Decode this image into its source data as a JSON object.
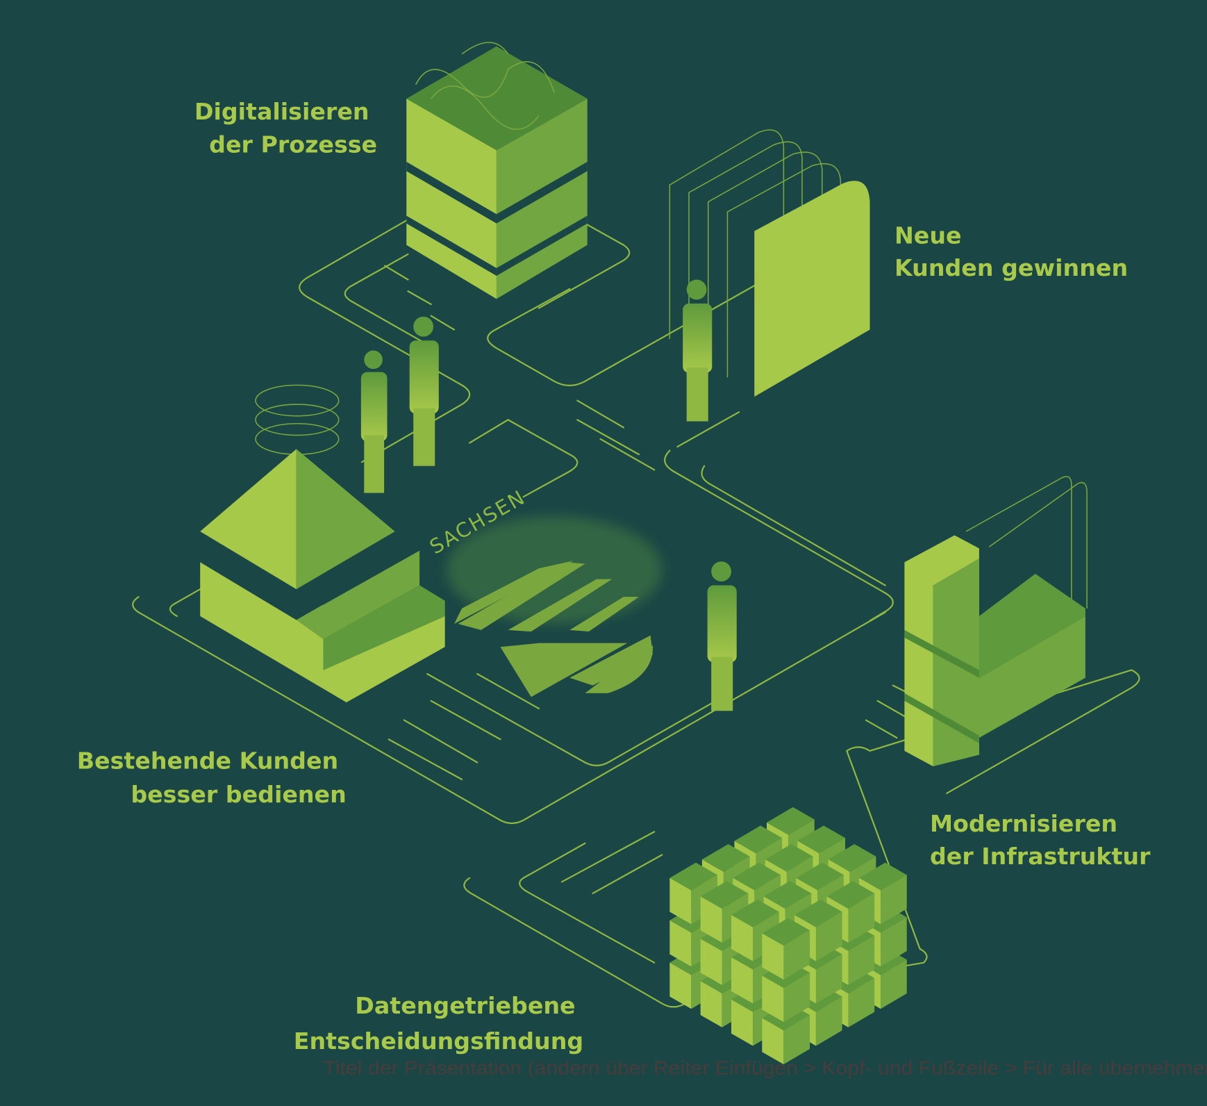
{
  "labels": {
    "digitalize": [
      "Digitalisieren",
      "der Prozesse"
    ],
    "new_customers": [
      "Neue",
      "Kunden gewinnen"
    ],
    "existing_customers": [
      "Bestehende Kunden",
      "besser bedienen"
    ],
    "modernize": [
      "Modernisieren",
      "der Infrastruktur"
    ],
    "data_driven": [
      "Datengetriebene",
      "Entscheidungsfindung"
    ]
  },
  "logo": {
    "text": "SACHSEN"
  },
  "footer": "Titel der Präsentation (ändern über Reiter Einfügen > Kopf- und Fußzeile > Für alle übernehmen",
  "colors": {
    "background": "#1a4645",
    "accent": "#a8c94a",
    "mid": "#7aa83f",
    "dark": "#4f8a37"
  }
}
